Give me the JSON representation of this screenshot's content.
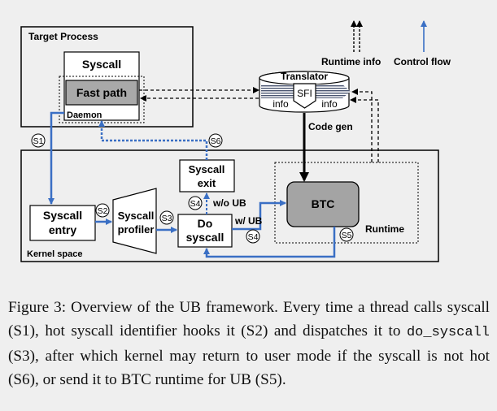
{
  "colors": {
    "blue": "#3a6fc4",
    "gray_box": "#a9a9a9",
    "btc_box": "#a4a4a4",
    "background": "#efefef"
  },
  "legend": {
    "runtime_info": "Runtime info",
    "control_flow": "Control flow"
  },
  "target_process": {
    "title": "Target Process",
    "syscall": "Syscall",
    "fast_path": "Fast path",
    "daemon": "Daemon"
  },
  "translator": {
    "title": "Translator",
    "sfi": "SFI",
    "info_left": "info",
    "info_right": "info",
    "code_gen": "Code gen"
  },
  "kernel": {
    "label": "Kernel space",
    "syscall_entry_1": "Syscall",
    "syscall_entry_2": "entry",
    "profiler_1": "Syscall",
    "profiler_2": "profiler",
    "do_1": "Do",
    "do_2": "syscall",
    "exit_1": "Syscall",
    "exit_2": "exit",
    "btc": "BTC",
    "runtime": "Runtime",
    "wo_ub": "w/o UB",
    "w_ub": "w/ UB"
  },
  "steps": {
    "s1": "S1",
    "s2": "S2",
    "s3": "S3",
    "s4": "S4",
    "s5": "S5",
    "s6": "S6"
  },
  "caption": {
    "part1": "Figure 3: Overview of the UB framework. Every time a thread calls syscall (S1), hot syscall identifier hooks it (S2) and dispatches it to ",
    "code": "do_syscall",
    "part2": " (S3), after which kernel may return to user mode if the syscall is not hot (S6), or send it to BTC runtime for UB (S5)."
  }
}
